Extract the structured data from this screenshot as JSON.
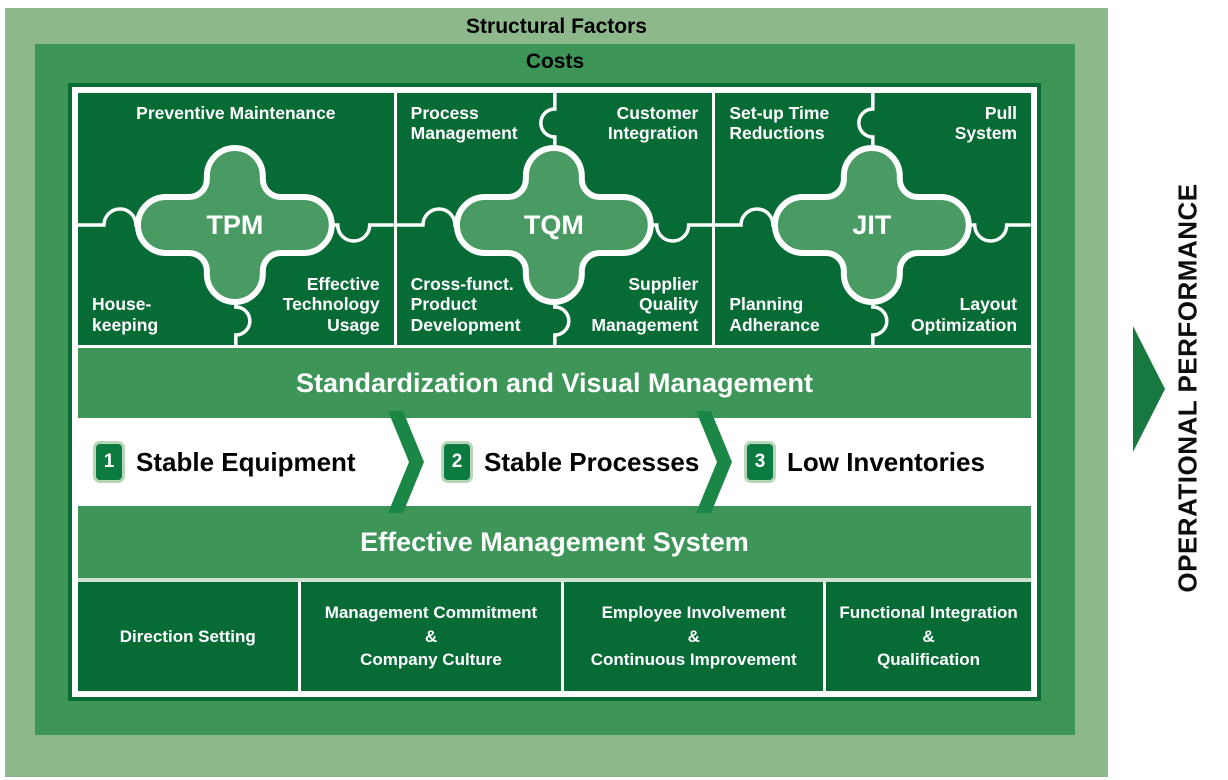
{
  "title": "Structural Factors",
  "costs_label": "Costs",
  "colors": {
    "light": "#8CB88C",
    "medium": "#3D9658",
    "dark": "#076B36",
    "cross": "#4A9B63",
    "chev": "#1B8746",
    "arrow": "#17793F",
    "pale": "#CFE2CF",
    "numfill": "#0B7B40",
    "numborder": "#B7D6B7"
  },
  "puzzle": {
    "sections": [
      {
        "name": "TPM",
        "top": "Preventive Maintenance",
        "bottom_left": "House-\nkeeping",
        "bottom_right": "Effective\nTechnology\nUsage"
      },
      {
        "name": "TQM",
        "top_left": "Process\nManagement",
        "top_right": "Customer\nIntegration",
        "bottom_left": "Cross-funct.\nProduct\nDevelopment",
        "bottom_right": "Supplier\nQuality\nManagement"
      },
      {
        "name": "JIT",
        "top_left": "Set-up Time\nReductions",
        "top_right": "Pull\nSystem",
        "bottom_left": "Planning\nAdherance",
        "bottom_right": "Layout\nOptimization"
      }
    ]
  },
  "bars": {
    "standardization": "Standardization and Visual Management",
    "management": "Effective Management System"
  },
  "steps": [
    {
      "num": "1",
      "label": "Stable Equipment"
    },
    {
      "num": "2",
      "label": "Stable Processes"
    },
    {
      "num": "3",
      "label": "Low Inventories"
    }
  ],
  "foundations": [
    "Direction Setting",
    "Management Commitment\n&\nCompany Culture",
    "Employee Involvement\n&\nContinuous Improvement",
    "Functional Integration\n&\nQualification"
  ],
  "performance_label": "OPERATIONAL PERFORMANCE"
}
